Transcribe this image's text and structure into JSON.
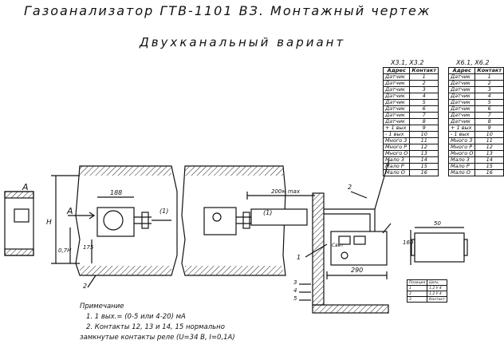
{
  "title": "Газоанализатор ГТВ-1101 ВЗ. Монтажный чертеж",
  "subtitle": "Двухканальный вариант",
  "table1": {
    "caption": "X3.1, X3.2",
    "headers": [
      "Адрес",
      "Контакт"
    ],
    "rows": [
      [
        "Датчик",
        "1"
      ],
      [
        "Датчик",
        "2"
      ],
      [
        "Датчик",
        "3"
      ],
      [
        "Датчик",
        "4"
      ],
      [
        "Датчик",
        "5"
      ],
      [
        "Датчик",
        "6"
      ],
      [
        "Датчик",
        "7"
      ],
      [
        "Датчик",
        "8"
      ],
      [
        "+ 1 вых",
        "9"
      ],
      [
        "- 1 вых",
        "10"
      ],
      [
        "Много 3",
        "11"
      ],
      [
        "Много Р",
        "12"
      ],
      [
        "Много О",
        "13"
      ],
      [
        "Мало 3",
        "14"
      ],
      [
        "Мало Р",
        "15"
      ],
      [
        "Мало О",
        "16"
      ]
    ]
  },
  "table2": {
    "caption": "X6.1, X6.2",
    "headers": [
      "Адрес",
      "Контакт"
    ],
    "rows": [
      [
        "Датчик",
        "1"
      ],
      [
        "Датчик",
        "2"
      ],
      [
        "Датчик",
        "3"
      ],
      [
        "Датчик",
        "4"
      ],
      [
        "Датчик",
        "5"
      ],
      [
        "Датчик",
        "6"
      ],
      [
        "Датчик",
        "7"
      ],
      [
        "Датчик",
        "8"
      ],
      [
        "+ 1 вых",
        "9"
      ],
      [
        "- 1 вых",
        "10"
      ],
      [
        "Много 3",
        "11"
      ],
      [
        "Много Р",
        "12"
      ],
      [
        "Много О",
        "13"
      ],
      [
        "Мало 3",
        "14"
      ],
      [
        "Мало Р",
        "15"
      ],
      [
        "Мало О",
        "16"
      ]
    ]
  },
  "labels": {
    "view_a": "A",
    "arrow_a": "A",
    "dim_h": "H",
    "dim_07h": "0,7H",
    "dim_188": "188",
    "dim_175": "175",
    "dim_200m": "200м max",
    "dim_290": "290",
    "dim_160": "160",
    "dim_50": "50",
    "lead_1a": "(1)",
    "lead_1b": "(1)",
    "lead_2a": "2",
    "lead_2b": "2",
    "lead_1": "1",
    "lead_3": "3",
    "lead_4": "4",
    "lead_5": "5",
    "sens": "Свет"
  },
  "notes": {
    "heading": "Примечание",
    "line1": "1. 1 вых.= (0-5 или 4-20) мА",
    "line2": "2. Контакты 12, 13 и 14, 15 нормально",
    "line3": "замкнутые контакты реле (U=34 В, I=0,1А)"
  },
  "legend_table": {
    "headers": [
      "Позиция",
      "Цепь"
    ],
    "rows": [
      [
        "1",
        "1,2 У 4"
      ],
      [
        "2",
        "1,2 У 4"
      ],
      [
        "3",
        "Контакт"
      ]
    ]
  }
}
